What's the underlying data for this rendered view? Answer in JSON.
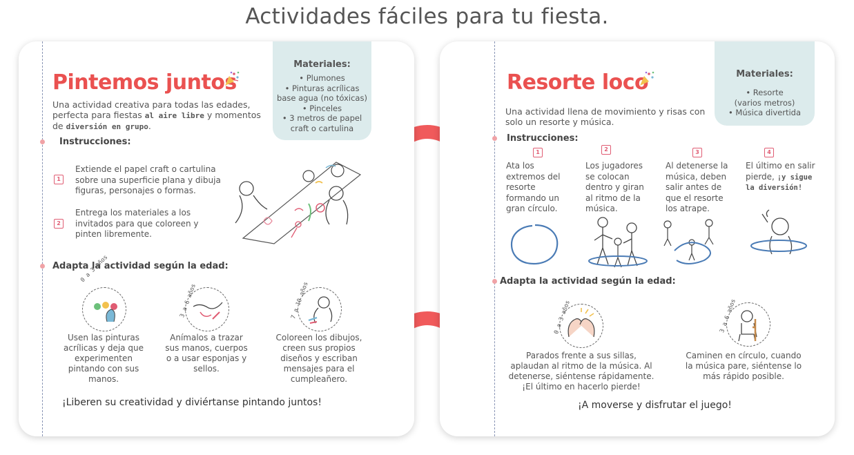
{
  "page_title": "Actividades fáciles para tu fiesta.",
  "left": {
    "title": "Pintemos juntos",
    "intro": {
      "p1": "Una actividad creativa para todas las edades,",
      "p2a": "perfecta para fiestas ",
      "p2b": "al aire libre",
      "p2c": " y momentos",
      "p3a": "de ",
      "p3b": "diversión en grupo",
      "p3c": "."
    },
    "materials": {
      "title": "Materiales:",
      "items": [
        "• Plumones",
        "• Pinturas acrílicas",
        "base agua (no tóxicas)",
        "• Pinceles",
        "• 3 metros de papel",
        "craft o cartulina"
      ]
    },
    "instructions_title": "Instrucciones:",
    "steps": [
      {
        "num": "1",
        "lines": [
          "Extiende el papel craft o cartulina",
          "sobre una superficie plana y dibuja",
          "figuras, personajes o formas."
        ]
      },
      {
        "num": "2",
        "lines": [
          "Entrega los materiales a los",
          "invitados para que coloreen y",
          "pinten libremente."
        ]
      }
    ],
    "adapt_title": "Adapta la actividad según la edad:",
    "ages": [
      {
        "label": "0 a 3 años",
        "lines": [
          "Usen las pinturas",
          "acrílicas y deja que",
          "experimenten",
          "pintando con sus",
          "manos."
        ]
      },
      {
        "label": "3 a 6 años",
        "lines": [
          "Anímalos a trazar",
          "sus manos, cuerpos",
          "o a usar esponjas y",
          "sellos."
        ]
      },
      {
        "label": "7 a 10 años",
        "lines": [
          "Coloreen los dibujos,",
          "creen sus propios",
          "diseños y escriban",
          "mensajes para el",
          "cumpleañero."
        ]
      }
    ],
    "closing": "¡Liberen su creatividad y diviértanse pintando juntos!"
  },
  "right": {
    "title": "Resorte loco",
    "intro": {
      "p1": "Una actividad llena de movimiento y risas con",
      "p2": "solo un resorte y música."
    },
    "materials": {
      "title": "Materiales:",
      "items": [
        "• Resorte",
        "(varios metros)",
        "• Música divertida"
      ]
    },
    "instructions_title": "Instrucciones:",
    "steps": [
      {
        "num": "1",
        "lines": [
          "Ata los",
          "extremos del",
          "resorte",
          "formando un",
          "gran círculo."
        ]
      },
      {
        "num": "2",
        "lines": [
          "Los jugadores",
          "se colocan",
          "dentro y giran",
          "al ritmo de la",
          "música."
        ]
      },
      {
        "num": "3",
        "lines": [
          "Al detenerse la",
          "música, deben",
          "salir antes de",
          "que el resorte",
          "los atrape."
        ]
      },
      {
        "num": "4",
        "l1": "El último en salir",
        "l2a": "pierde, ",
        "l2b": "¡y sigue",
        "l3": "la diversión!"
      }
    ],
    "adapt_title": "Adapta la actividad según la edad:",
    "ages": [
      {
        "label": "0 a 3 años",
        "lines": [
          "Parados frente a sus sillas,",
          "aplaudan al ritmo de la música. Al",
          "detenerse, siéntense rápidamente.",
          "¡El último en hacerlo pierde!"
        ]
      },
      {
        "label": "3 a 6 años",
        "lines": [
          "Caminen en círculo, cuando",
          "la música pare, siéntense lo",
          "más rápido posible."
        ]
      }
    ],
    "closing": "¡A moverse y disfrutar el juego!"
  },
  "colors": {
    "accent_red": "#ea5150",
    "materials_bg": "#dcebec",
    "arc": "#f05a5b",
    "dash": "#8894b4"
  }
}
